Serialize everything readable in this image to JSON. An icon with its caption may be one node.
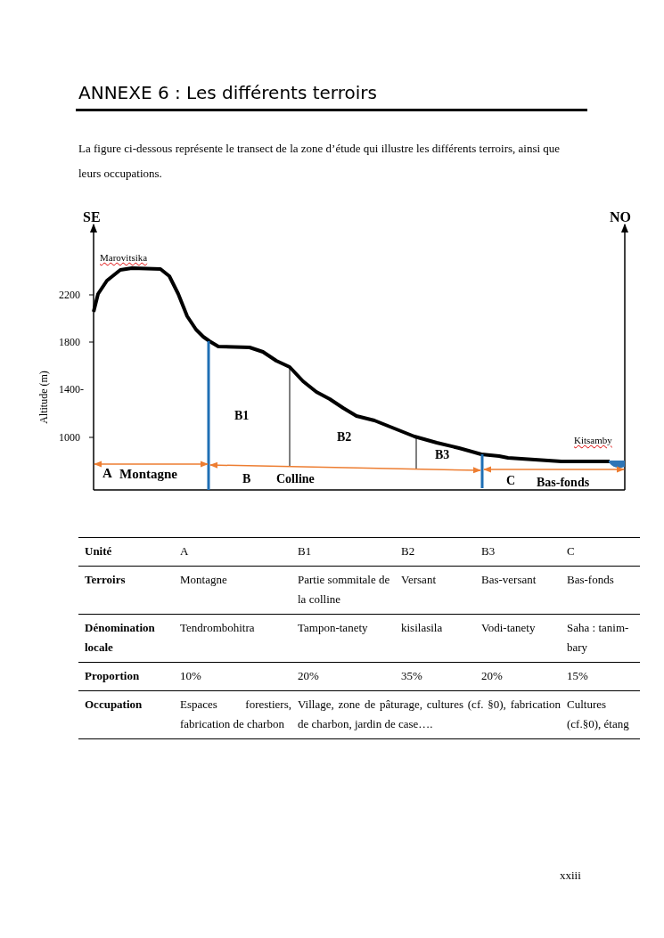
{
  "diagram": {
    "title": "ANNEXE 6 : Les différents terroirs",
    "labels": [
      "La figure ci-dessous représente le transect de la zone d’étude qui illustre les différents terroirs, ainsi que leurs occupations.",
      "SE",
      "NO",
      "Marovitsika",
      "2200",
      "1800",
      "1400-",
      "Altitude (m)",
      "B1",
      "1000",
      "B2",
      "Kitsamby",
      "B3",
      "A",
      "Montagne",
      "B",
      "Colline",
      "C",
      "Bas-fonds",
      "Unité",
      "A",
      "B1",
      "B2",
      "B3",
      "C",
      "Terroirs",
      "Montagne",
      "Partie sommitale de la colline",
      "Versant",
      "Bas-versant",
      "Bas-fonds",
      "Dénomination locale",
      "Tendrombohitra",
      "Tampon-tanety",
      "kisilasila",
      "Vodi-tanety",
      "Saha : tanim-bary",
      "Proportion",
      "10%",
      "20%",
      "35%",
      "20%",
      "15%",
      "Occupation",
      "Espaces forestiers, fabrication de charbon",
      "Village, zone de pâturage, cultures (cf. §0), fabrication de charbon, jardin de case….",
      "Cultures (cf.§0), étang",
      "xxiii"
    ]
  }
}
